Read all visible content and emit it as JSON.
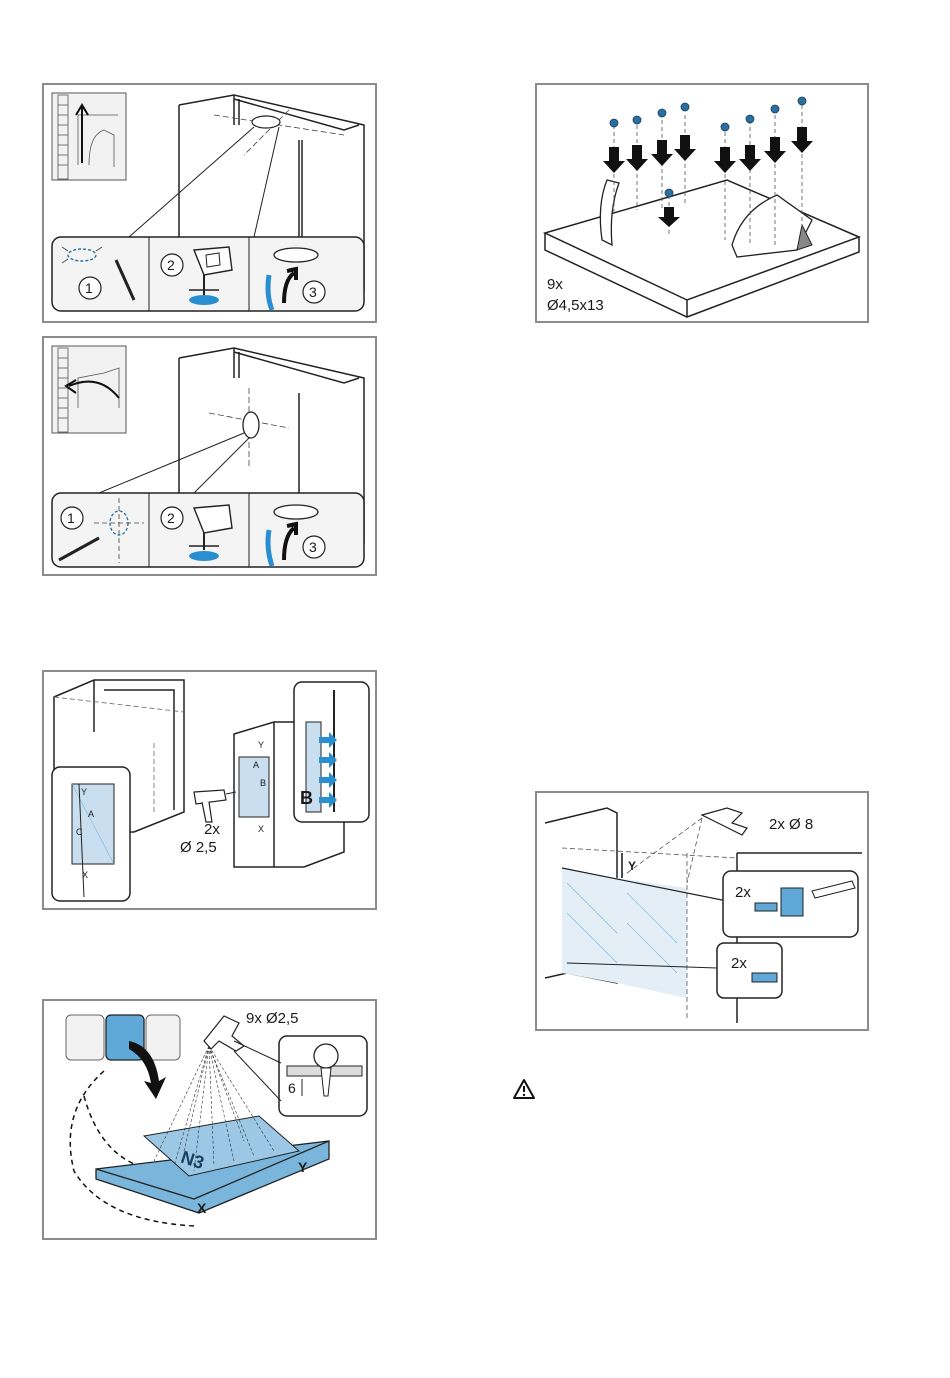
{
  "panels": {
    "hood_top_cutout": {
      "steps": [
        "1",
        "2",
        "3"
      ]
    },
    "hood_side_cutout": {
      "steps": [
        "1",
        "2",
        "3"
      ]
    },
    "screws_panel": {
      "quantity": "9x",
      "screw_size": "Ø4,5x13"
    },
    "template_drill": {
      "quantity": "2x",
      "diameter": "Ø 2,5",
      "letters": {
        "y": "Y",
        "x": "X",
        "a": "A",
        "b": "B",
        "c": "C",
        "b_large": "B"
      }
    },
    "board_drill": {
      "label": "9x Ø2,5",
      "depth": "6",
      "x": "X",
      "y": "Y",
      "board_label": "N3"
    },
    "wall_mount": {
      "drill_label": "2x Ø 8",
      "y": "Y",
      "callout1_qty": "2x",
      "callout2_qty": "2x"
    }
  },
  "colors": {
    "accent_blue": "#7ab6dc",
    "dark_blue": "#2a6f9e",
    "frame_gray": "#8c8c8c",
    "callout_bg": "#f2f2f2"
  },
  "icons": [
    "warning-triangle-icon"
  ]
}
